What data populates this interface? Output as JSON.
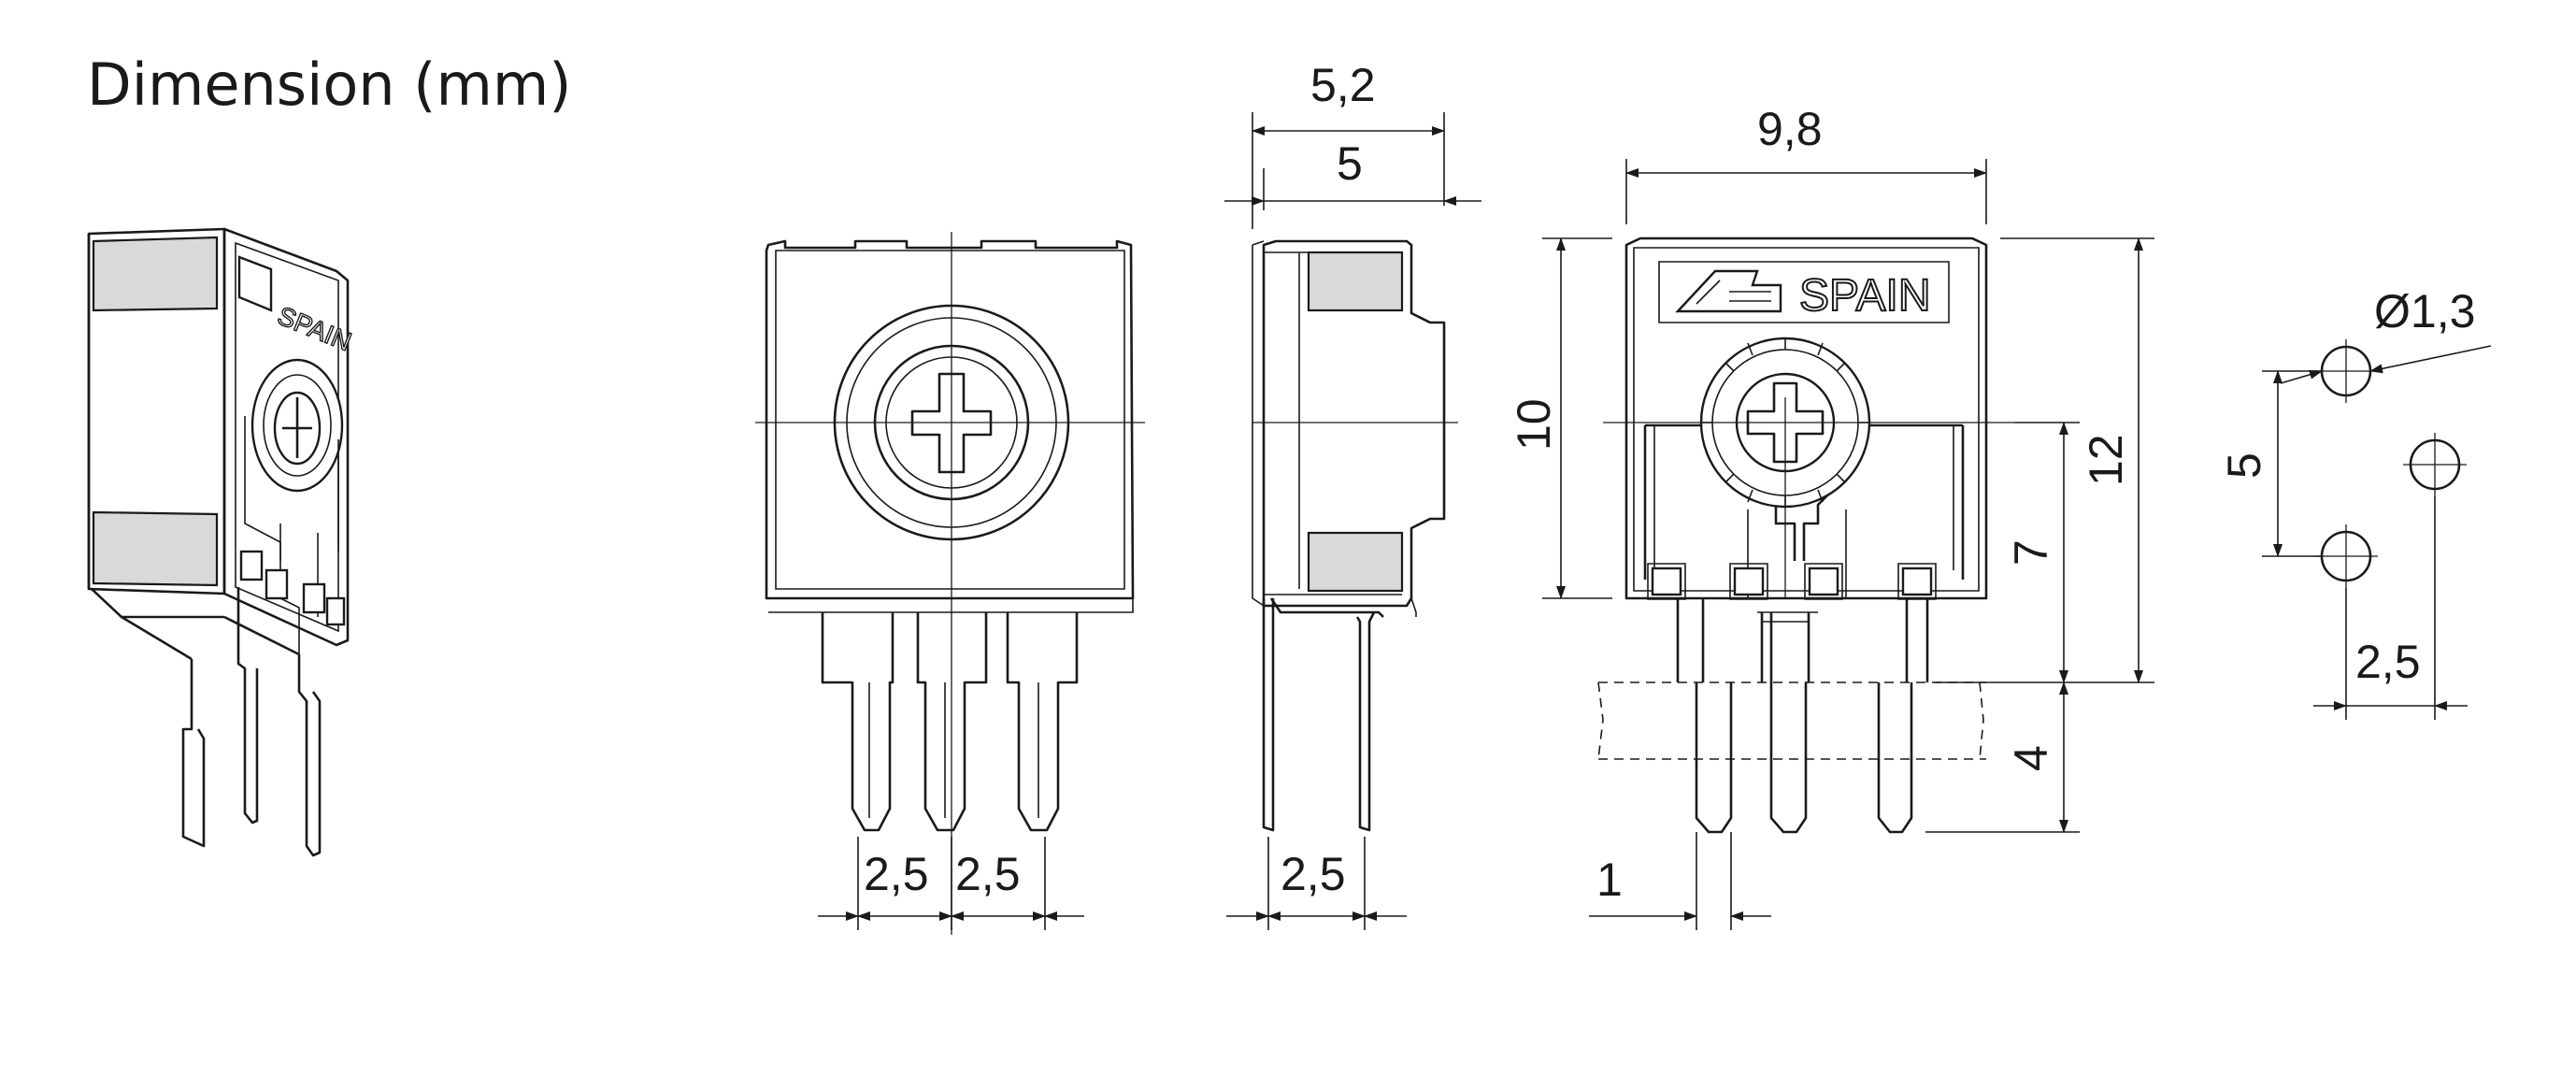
{
  "title": "Dimension (mm)",
  "brand_text": "SPAIN",
  "dimensions": {
    "front_pin_pitch_left": "2,5",
    "front_pin_pitch_right": "2,5",
    "side_depth_total": "5,2",
    "side_depth_body": "5",
    "side_pin_spacing": "2,5",
    "rear_width": "9,8",
    "rear_body_height": "10",
    "rear_total_height": "12",
    "rear_axis_height": "7",
    "rear_pin_length": "4",
    "rear_pin_width": "1",
    "footprint_hole_diameter": "Ø1,3",
    "footprint_vertical_pitch": "5",
    "footprint_horizontal_pitch": "2,5"
  }
}
